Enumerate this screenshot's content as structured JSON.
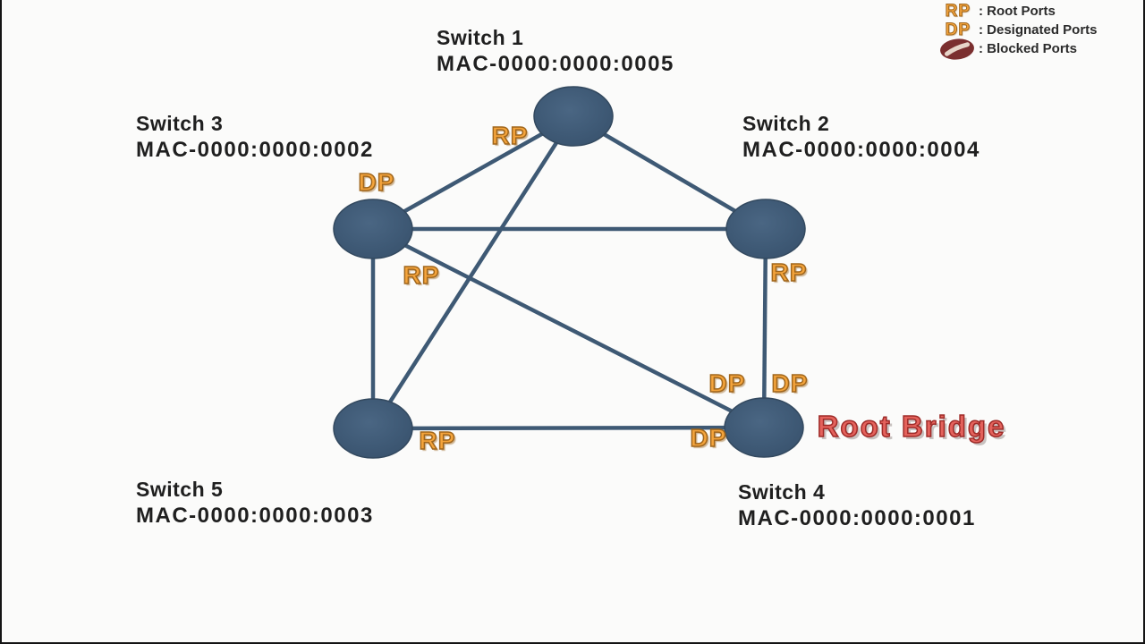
{
  "nodes": [
    {
      "id": "switch1",
      "name": "Switch 1",
      "mac": "MAC-0000:0000:0005"
    },
    {
      "id": "switch2",
      "name": "Switch 2",
      "mac": "MAC-0000:0000:0004"
    },
    {
      "id": "switch3",
      "name": "Switch 3",
      "mac": "MAC-0000:0000:0002"
    },
    {
      "id": "switch4",
      "name": "Switch 4",
      "mac": "MAC-0000:0000:0001",
      "annotation": "Root Bridge"
    },
    {
      "id": "switch5",
      "name": "Switch 5",
      "mac": "MAC-0000:0000:0003"
    }
  ],
  "links": [
    {
      "from": "switch1",
      "to": "switch3"
    },
    {
      "from": "switch1",
      "to": "switch2"
    },
    {
      "from": "switch1",
      "to": "switch5"
    },
    {
      "from": "switch3",
      "to": "switch2"
    },
    {
      "from": "switch3",
      "to": "switch5"
    },
    {
      "from": "switch3",
      "to": "switch4"
    },
    {
      "from": "switch2",
      "to": "switch4"
    },
    {
      "from": "switch5",
      "to": "switch4"
    }
  ],
  "port_labels": [
    {
      "text": "RP",
      "on": "switch1",
      "toward": "switch3"
    },
    {
      "text": "DP",
      "on": "switch3",
      "toward": "switch1"
    },
    {
      "text": "RP",
      "on": "switch3",
      "toward": "switch4"
    },
    {
      "text": "RP",
      "on": "switch2",
      "toward": "switch4"
    },
    {
      "text": "RP",
      "on": "switch5",
      "toward": "switch4"
    },
    {
      "text": "DP",
      "on": "switch4",
      "toward": "switch3"
    },
    {
      "text": "DP",
      "on": "switch4",
      "toward": "switch2"
    },
    {
      "text": "DP",
      "on": "switch4",
      "toward": "switch5"
    }
  ],
  "annotations": {
    "root_bridge": "Root Bridge"
  },
  "legend": {
    "items": [
      {
        "symbol": "RP",
        "label": ": Root Ports"
      },
      {
        "symbol": "DP",
        "label": ": Designated Ports"
      },
      {
        "symbol_icon": "blocked-port-icon",
        "label": ": Blocked Ports"
      }
    ]
  },
  "colors": {
    "node_fill": "#3f5a76",
    "link": "#3e5974",
    "port_label": "#f4a43c",
    "port_label_outline": "#a0661c",
    "root_bridge_text": "#e4625c",
    "blocked_icon": "#7b2f2f",
    "label_text": "#1f1f1f",
    "background": "#fbfbfa"
  }
}
